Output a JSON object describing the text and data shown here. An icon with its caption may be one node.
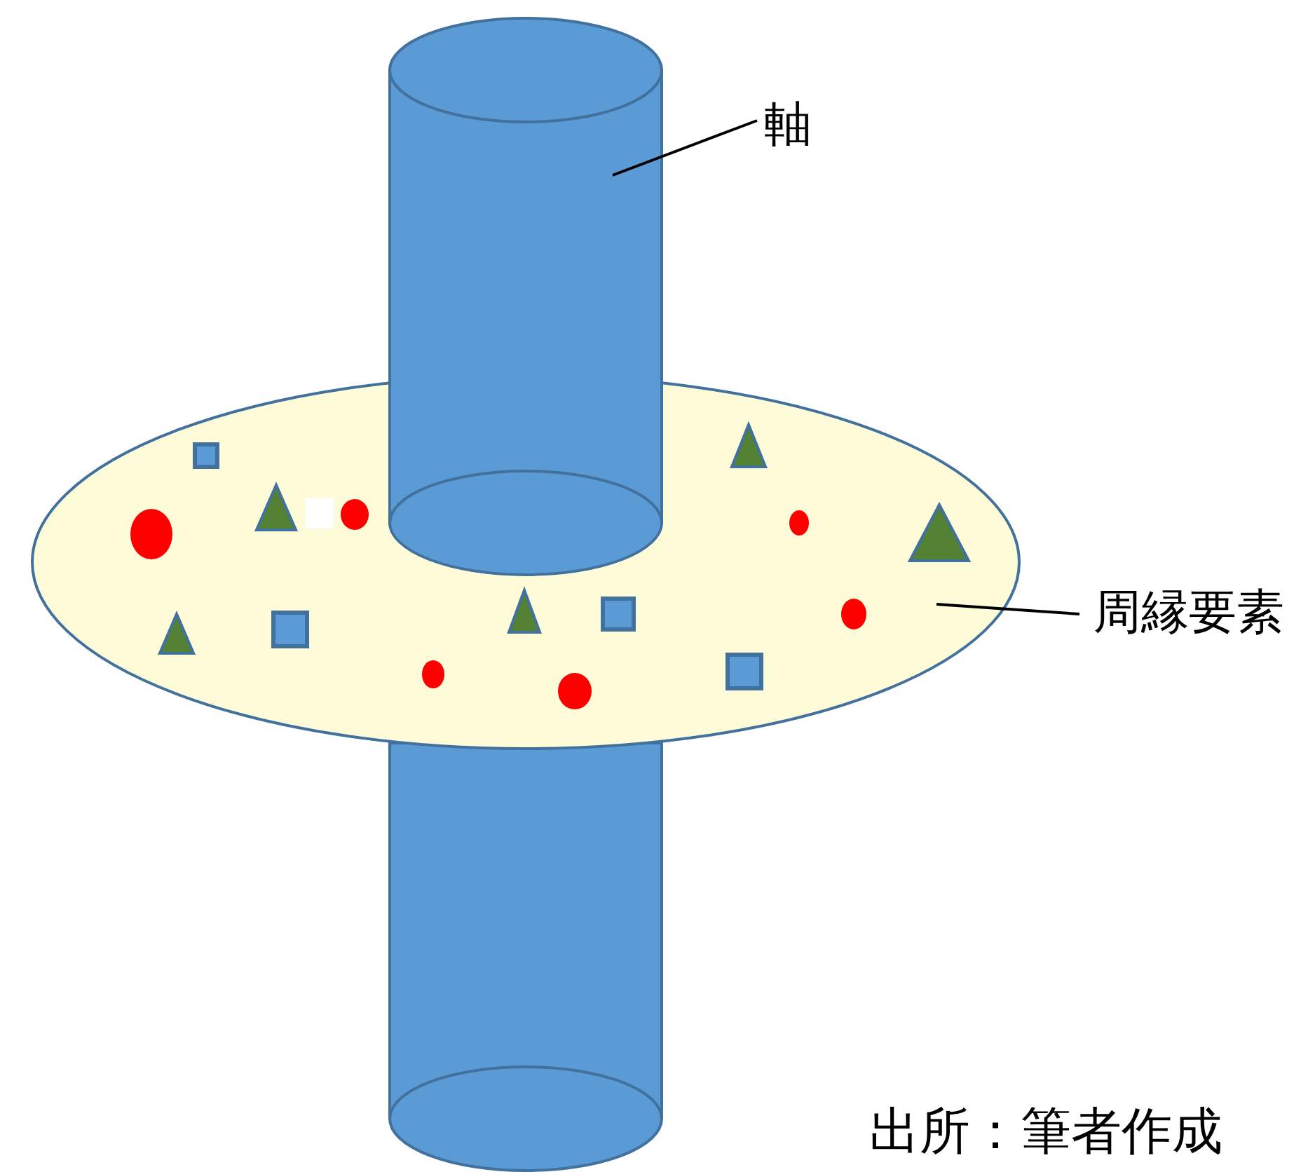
{
  "diagram": {
    "caption": "出所：筆者作成",
    "nodes": [
      {
        "text": [
          "軸"
        ]
      },
      {
        "text": [],
        "shape": "cylinder"
      },
      {
        "text": [
          "周縁要素"
        ]
      },
      {
        "text": [],
        "shape": "disc"
      }
    ],
    "edges": [
      {
        "from": 0,
        "to": 1,
        "arrow": "none"
      },
      {
        "from": 2,
        "to": 3,
        "arrow": "none"
      }
    ]
  }
}
